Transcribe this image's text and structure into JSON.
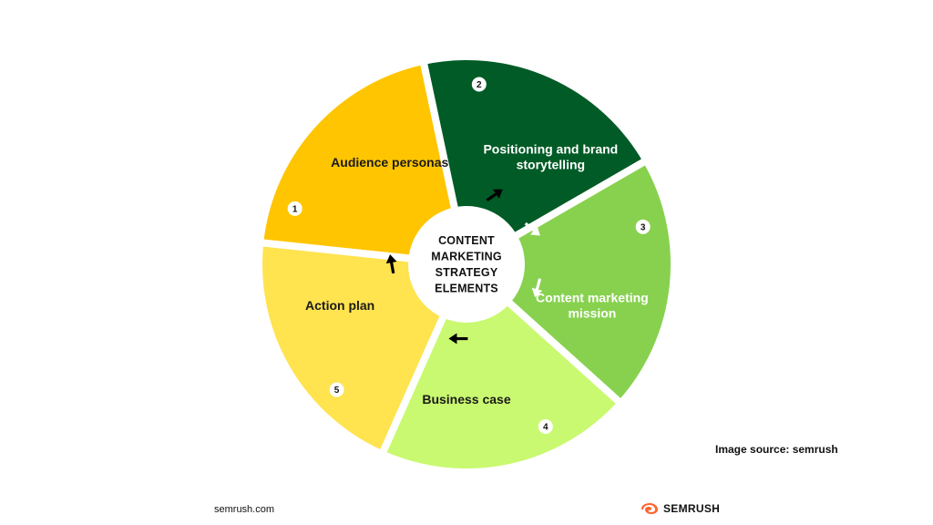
{
  "diagram": {
    "center": {
      "lines": [
        "CONTENT",
        "MARKETING",
        "STRATEGY",
        "ELEMENTS"
      ]
    },
    "segments": [
      {
        "number": "1",
        "lines": [
          "Audience personas"
        ],
        "color": "#FFC501",
        "text_color": "#1A1A1A"
      },
      {
        "number": "2",
        "lines": [
          "Positioning and brand",
          "storytelling"
        ],
        "color": "#005B26",
        "text_color": "#FFFFFF"
      },
      {
        "number": "3",
        "lines": [
          "Content marketing",
          "mission"
        ],
        "color": "#87D14F",
        "text_color": "#FFFFFF"
      },
      {
        "number": "4",
        "lines": [
          "Business case"
        ],
        "color": "#C9F970",
        "text_color": "#1A1A1A"
      },
      {
        "number": "5",
        "lines": [
          "Action plan"
        ],
        "color": "#FFE34F",
        "text_color": "#1A1A1A"
      }
    ],
    "arrow_colors": [
      "#000000",
      "#FFFFFF",
      "#FFFFFF",
      "#000000",
      "#000000"
    ]
  },
  "caption": "Image source: semrush",
  "footer": {
    "url": "semrush.com",
    "brand": "SEMRUSH",
    "brand_icon": "semrush-flame-icon",
    "brand_icon_color": "#FF642D"
  }
}
